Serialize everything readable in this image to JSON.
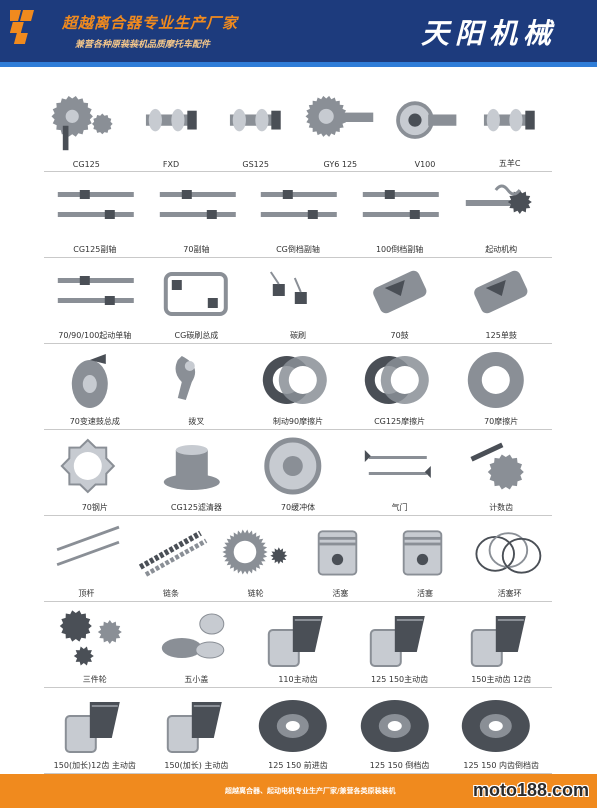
{
  "header": {
    "title": "超越离合器专业生产厂家",
    "subtitle": "兼营各种原装装机品质摩托车配件",
    "brand": "天阳机械",
    "colors": {
      "bar": "#1d3b7d",
      "accent": "#f08a1e",
      "stripe": "#2f7dd8"
    }
  },
  "rows": [
    {
      "items": [
        {
          "label": "CG125",
          "icon": "gear-set"
        },
        {
          "label": "FXD",
          "icon": "camshaft"
        },
        {
          "label": "GS125",
          "icon": "camshaft"
        },
        {
          "label": "GY6 125",
          "icon": "camshaft-gear"
        },
        {
          "label": "V100",
          "icon": "camshaft-bearing"
        },
        {
          "label": "五羊C",
          "icon": "camshaft"
        }
      ]
    },
    {
      "items": [
        {
          "label": "CG125副轴",
          "icon": "shafts"
        },
        {
          "label": "70副轴",
          "icon": "shafts"
        },
        {
          "label": "CG倒档副轴",
          "icon": "shafts"
        },
        {
          "label": "100倒档副轴",
          "icon": "shafts"
        },
        {
          "label": "起动机构",
          "icon": "starter"
        }
      ]
    },
    {
      "items": [
        {
          "label": "70/90/100起动单轴",
          "icon": "shafts"
        },
        {
          "label": "CG碳刷总成",
          "icon": "brush-assembly"
        },
        {
          "label": "碳刷",
          "icon": "brushes"
        },
        {
          "label": "70鼓",
          "icon": "drum"
        },
        {
          "label": "125单鼓",
          "icon": "drum"
        }
      ]
    },
    {
      "items": [
        {
          "label": "70变速鼓总成",
          "icon": "shift-drum"
        },
        {
          "label": "拨叉",
          "icon": "fork"
        },
        {
          "label": "制动90摩擦片",
          "icon": "clutch-plates"
        },
        {
          "label": "CG125摩擦片",
          "icon": "clutch-plates"
        },
        {
          "label": "70摩擦片",
          "icon": "friction-disc"
        }
      ]
    },
    {
      "items": [
        {
          "label": "70钢片",
          "icon": "steel-plate"
        },
        {
          "label": "CG125滤清器",
          "icon": "filter"
        },
        {
          "label": "70缓冲体",
          "icon": "hub"
        },
        {
          "label": "气门",
          "icon": "valves"
        },
        {
          "label": "计数齿",
          "icon": "counter-gear"
        }
      ]
    },
    {
      "items": [
        {
          "label": "顶杆",
          "icon": "rods"
        },
        {
          "label": "链条",
          "icon": "chain"
        },
        {
          "label": "链轮",
          "icon": "sprockets"
        },
        {
          "label": "活塞",
          "icon": "piston"
        },
        {
          "label": "活塞",
          "icon": "piston"
        },
        {
          "label": "活塞环",
          "icon": "rings"
        }
      ]
    },
    {
      "items": [
        {
          "label": "三件轮",
          "icon": "three-gears"
        },
        {
          "label": "五小盖",
          "icon": "covers"
        },
        {
          "label": "110主动齿",
          "icon": "bevel-gear"
        },
        {
          "label": "125 150主动齿",
          "icon": "bevel-gear"
        },
        {
          "label": "150主动齿 12齿",
          "icon": "bevel-gear"
        }
      ]
    },
    {
      "items": [
        {
          "label": "150(加长)12齿 主动齿",
          "icon": "bevel-gear"
        },
        {
          "label": "150(加长) 主动齿",
          "icon": "bevel-gear"
        },
        {
          "label": "125 150 前进齿",
          "icon": "crown-gear"
        },
        {
          "label": "125 150 倒档齿",
          "icon": "crown-gear"
        },
        {
          "label": "125 150 内齿倒档齿",
          "icon": "crown-gear"
        }
      ]
    }
  ],
  "footer": {
    "text": "超越离合器、起动电机专业生产厂家/兼营各类原装装机",
    "watermark": "moto188.com"
  }
}
